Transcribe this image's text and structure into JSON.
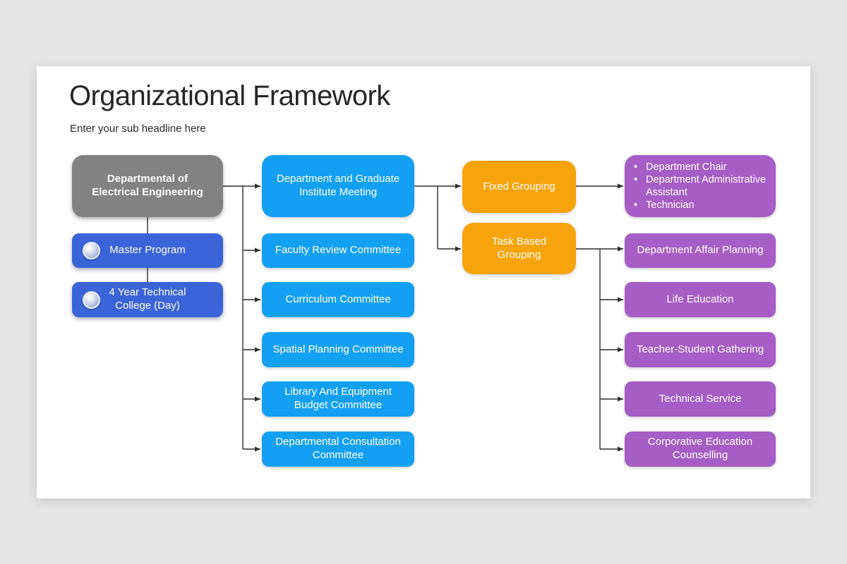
{
  "slide": {
    "title": "Organizational Framework",
    "subtitle": "Enter your sub headline here"
  },
  "colors": {
    "page_background": "#e5e5e6",
    "slide_background": "#ffffff",
    "root_gray": "#828282",
    "program_blue": "#3a64d8",
    "committee_blue": "#14a0f2",
    "grouping_orange": "#f7a30b",
    "output_purple": "#a65dc5",
    "connector_line": "#2f2f2f",
    "node_text": "#ffffff"
  },
  "diagram": {
    "root": {
      "label": "Departmental of Electrical Engineering"
    },
    "programs": [
      {
        "icon": "sphere-icon",
        "label": "Master Program"
      },
      {
        "icon": "sphere-icon",
        "label": "4 Year Technical College (Day)"
      }
    ],
    "committees": [
      "Department and Graduate Institute Meeting",
      "Faculty Review Committee",
      "Curriculum Committee",
      "Spatial Planning Committee",
      "Library And Equipment Budget Committee",
      "Departmental Consultation Committee"
    ],
    "groupings": [
      "Fixed Grouping",
      "Task Based Grouping"
    ],
    "fixed_grouping_members": [
      "Department Chair",
      "Department Administrative Assistant",
      "Technician"
    ],
    "task_based_outputs": [
      "Department Affair Planning",
      "Life Education",
      "Teacher-Student Gathering",
      "Technical Service",
      "Corporative Education Counselling"
    ]
  }
}
